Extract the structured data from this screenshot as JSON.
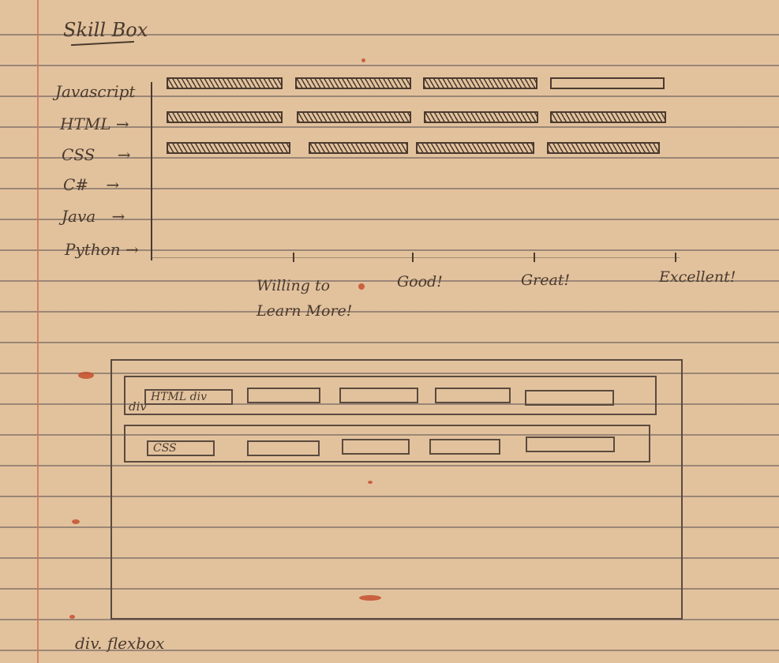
{
  "title": "Skill Box",
  "skills": [
    {
      "label": "Javascript",
      "arrow": "",
      "fills": [
        true,
        true,
        true,
        false
      ]
    },
    {
      "label": "HTML",
      "arrow": "→",
      "fills": [
        true,
        true,
        true,
        true
      ]
    },
    {
      "label": "CSS",
      "arrow": "→",
      "fills": [
        true,
        true,
        true,
        true
      ]
    },
    {
      "label": "C#",
      "arrow": "→",
      "fills": [
        false,
        false,
        false,
        false
      ]
    },
    {
      "label": "Java",
      "arrow": "→",
      "fills": [
        false,
        false,
        false,
        false
      ]
    },
    {
      "label": "Python",
      "arrow": "→",
      "fills": [
        false,
        false,
        false,
        false
      ]
    }
  ],
  "levels": [
    "Willing to Learn More!",
    "Good!",
    "Great!",
    "Excellent!"
  ],
  "wireframe": {
    "container_label": "div. flexbox",
    "row1_label": "div",
    "row1_first_cell": "HTML div",
    "row2_first_cell": "CSS"
  }
}
